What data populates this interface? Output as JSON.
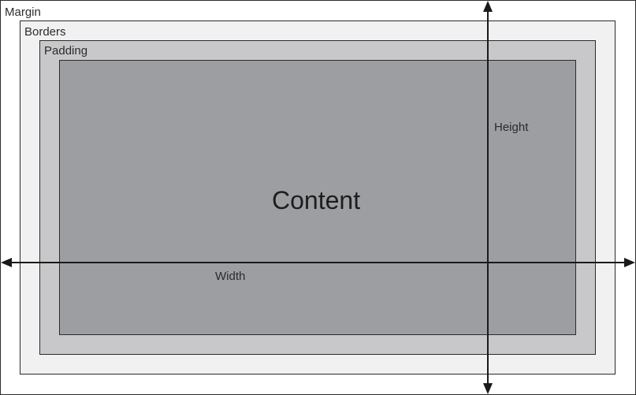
{
  "diagram": {
    "labels": {
      "margin": "Margin",
      "borders": "Borders",
      "padding": "Padding",
      "content": "Content",
      "height": "Height",
      "width": "Width"
    },
    "colors": {
      "outline": "#2b2b2b",
      "margin_fill": "#ffffff",
      "border_fill": "#f1f1f2",
      "padding_fill": "#c8c8ca",
      "content_fill": "#9d9ea1",
      "arrow": "#1a1a1a"
    }
  }
}
